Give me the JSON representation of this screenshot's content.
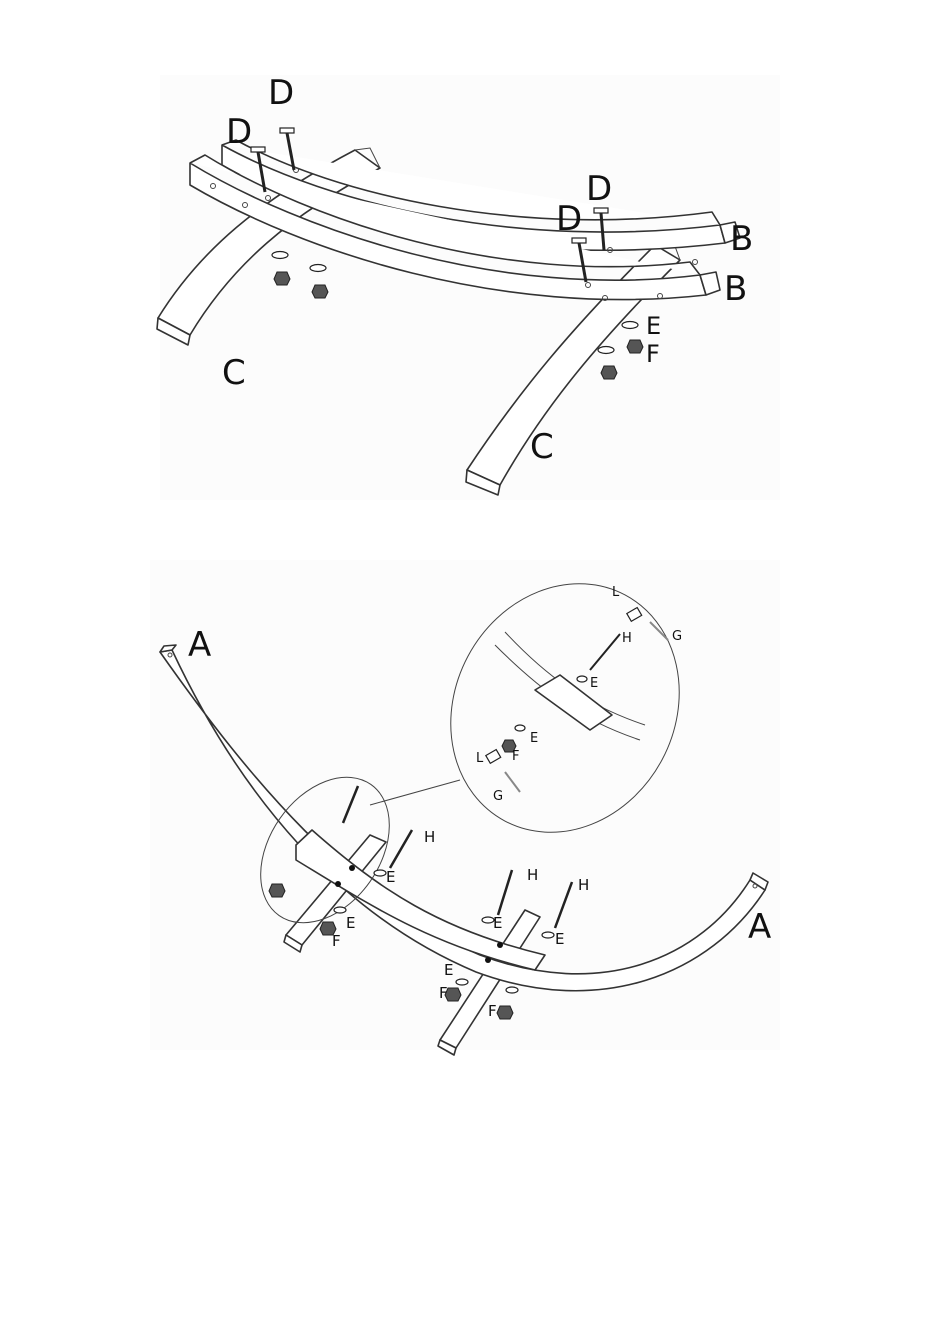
{
  "figure1": {
    "labels": {
      "bolt_top_left": "D",
      "bolt_top_mid": "D",
      "bolt_right_1": "D",
      "bolt_right_2": "D",
      "beam_upper": "B",
      "beam_lower": "B",
      "leg_left": "C",
      "leg_right": "C",
      "washer": "E",
      "nut": "F"
    }
  },
  "figure2": {
    "labels": {
      "arc_left": "A",
      "arc_right": "A",
      "bolt_1": "H",
      "bolt_2": "H",
      "bolt_3": "H",
      "washer_1": "E",
      "washer_2": "E",
      "washer_3": "E",
      "washer_4": "E",
      "washer_5": "E",
      "nut_1": "F",
      "nut_2": "F",
      "nut_3": "F"
    },
    "detail_labels": {
      "cap_top": "L",
      "pin_top": "G",
      "bolt_top": "H",
      "washer_top": "E",
      "washer_mid": "E",
      "nut_mid": "F",
      "cap_bottom": "L",
      "pin_bottom": "G"
    }
  }
}
